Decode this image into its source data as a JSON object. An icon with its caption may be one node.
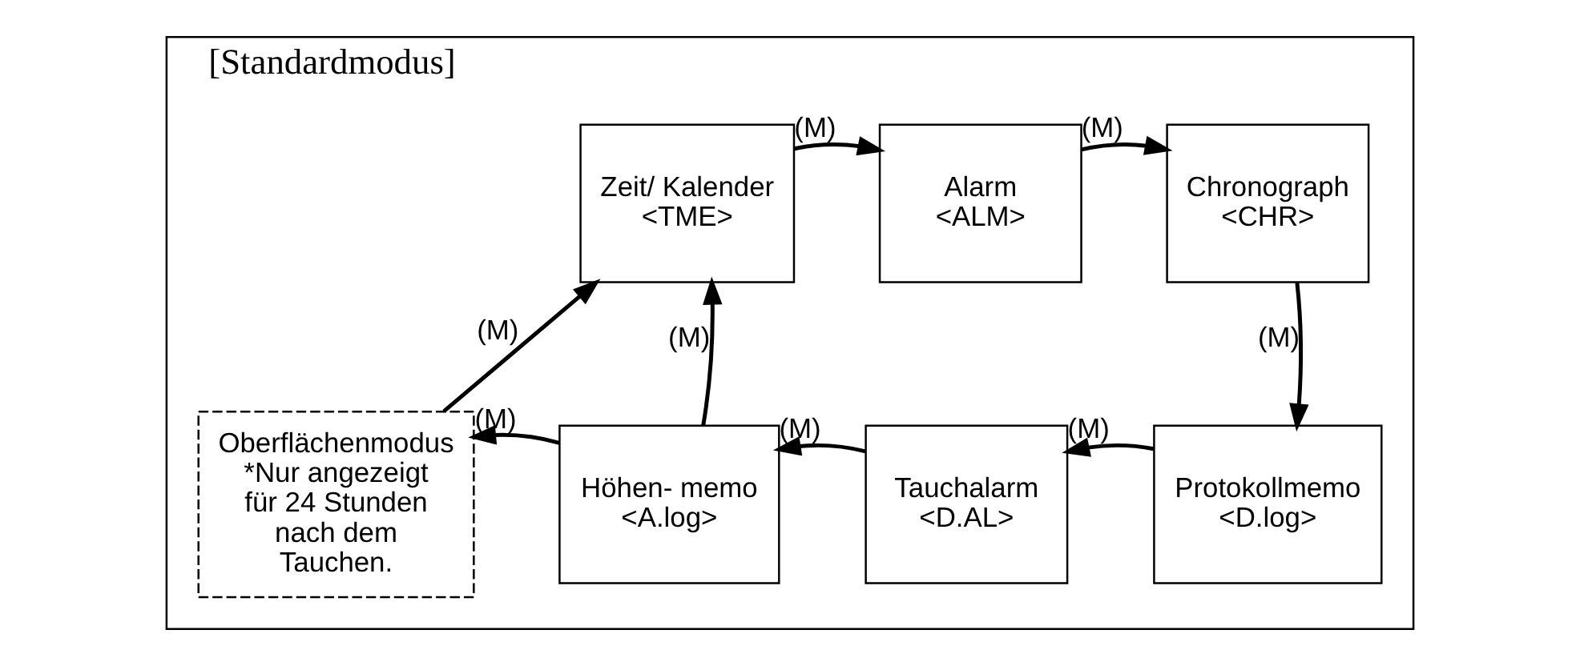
{
  "diagram": {
    "nodes": [
      {
        "text": [
          "[Standardmodus]"
        ]
      },
      {
        "text": [
          "Zeit/ Kalender",
          "<TME>"
        ],
        "in": 0
      },
      {
        "text": [
          "Alarm",
          "<ALM>"
        ],
        "in": 0
      },
      {
        "text": [
          "Chronograph",
          "<CHR>"
        ],
        "in": 0
      },
      {
        "text": [
          "Protokollmemo",
          "<D.log>"
        ],
        "in": 0
      },
      {
        "text": [
          "Tauchalarm",
          "<D.AL>"
        ],
        "in": 0
      },
      {
        "text": [
          "Höhen- memo",
          "<A.log>"
        ],
        "in": 0
      },
      {
        "text": [
          "Oberflächenmodus",
          "*Nur angezeigt für 24 Stunden nach dem Tauchen."
        ],
        "in": 0
      }
    ],
    "edges": [
      {
        "from": 1,
        "to": 2,
        "arrow": "to",
        "label": "(M)"
      },
      {
        "from": 2,
        "to": 3,
        "arrow": "to",
        "label": "(M)"
      },
      {
        "from": 3,
        "to": 4,
        "arrow": "to",
        "label": "(M)"
      },
      {
        "from": 4,
        "to": 5,
        "arrow": "to",
        "label": "(M)"
      },
      {
        "from": 5,
        "to": 6,
        "arrow": "to",
        "label": "(M)"
      },
      {
        "from": 6,
        "to": 1,
        "arrow": "to",
        "label": "(M)"
      },
      {
        "from": 6,
        "to": 7,
        "arrow": "to",
        "label": "(M)"
      },
      {
        "from": 7,
        "to": 1,
        "arrow": "to",
        "label": "(M)"
      }
    ]
  }
}
